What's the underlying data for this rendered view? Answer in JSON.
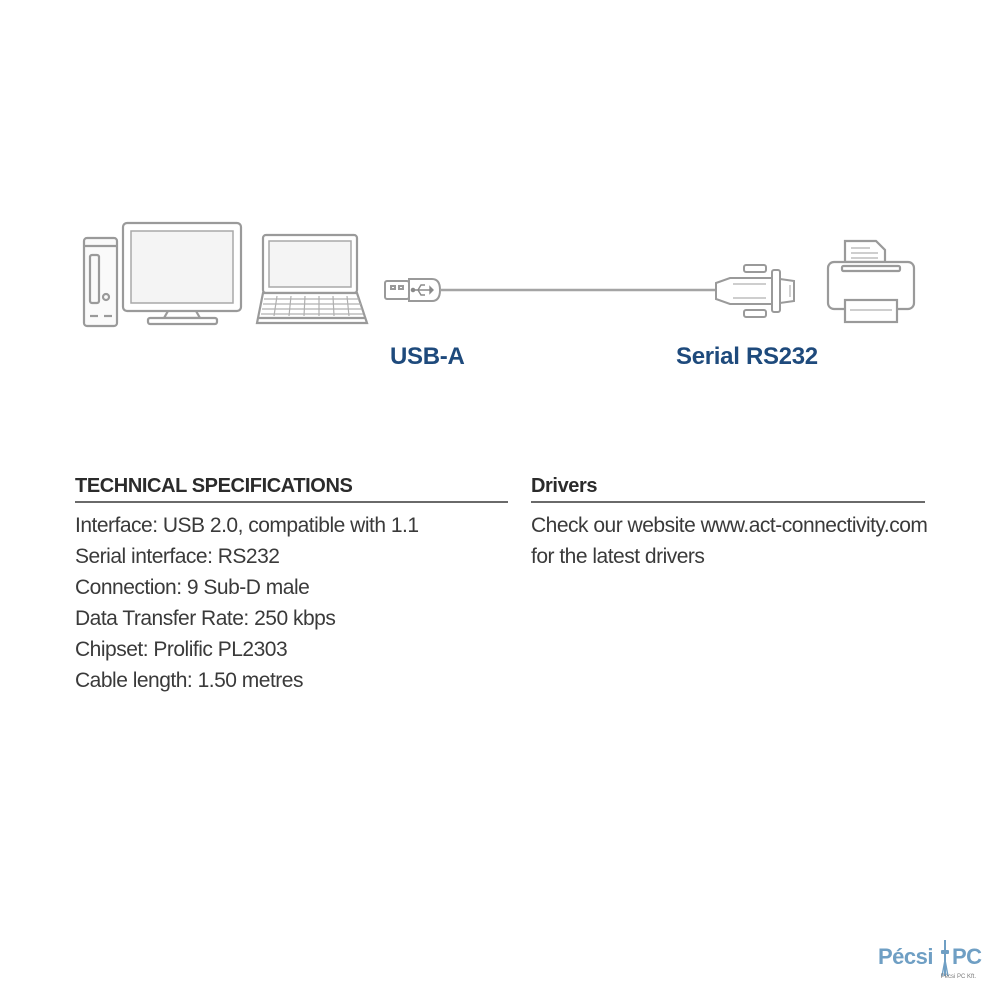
{
  "diagram": {
    "icons": {
      "tower": "desktop-tower-icon",
      "monitor": "monitor-icon",
      "laptop": "laptop-icon",
      "usb": "usb-a-plug-icon",
      "serial": "db9-connector-icon",
      "printer": "printer-icon"
    },
    "labels": {
      "usb": "USB-A",
      "serial": "Serial RS232"
    },
    "colors": {
      "label": "#1e4a7c",
      "line_art": "#9a9a9a"
    }
  },
  "specs": {
    "heading": "TECHNICAL SPECIFICATIONS",
    "lines": [
      "Interface: USB 2.0, compatible with 1.1",
      "Serial interface: RS232",
      "Connection: 9 Sub-D male",
      "Data Transfer Rate: 250 kbps",
      "Chipset: Prolific PL2303",
      "Cable length: 1.50 metres"
    ]
  },
  "drivers": {
    "heading": "Drivers",
    "lines": [
      "Check our website www.act-connectivity.com",
      "for the latest drivers"
    ]
  },
  "watermark": {
    "left": "Pécsi",
    "right": "PC",
    "sub": "Pécsi PC Kft."
  }
}
